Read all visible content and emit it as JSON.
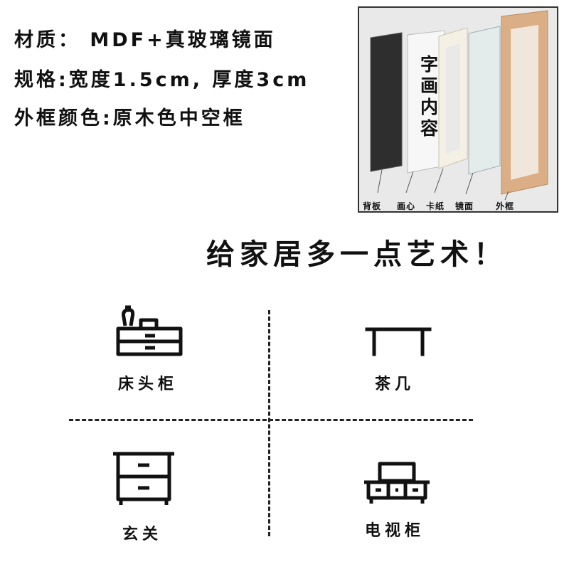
{
  "specs": {
    "material": "材质： MDF+真玻璃镜面",
    "size": "规格:宽度1.5cm, 厚度3cm",
    "color": "外框颜色:原木色中空框"
  },
  "diagram": {
    "content_chars": [
      "字",
      "画",
      "内",
      "容"
    ],
    "labels": {
      "back_board": "背板",
      "art": "画心",
      "mat": "卡纸",
      "glass": "镜面",
      "frame": "外框"
    },
    "colors": {
      "frame_wood": "#dcae85",
      "back_board": "#2e2e2e"
    }
  },
  "slogan": "给家居多一点艺术！",
  "rooms": [
    {
      "label": "床头柜",
      "icon": "bedside-cabinet-icon"
    },
    {
      "label": "茶几",
      "icon": "coffee-table-icon"
    },
    {
      "label": "玄关",
      "icon": "entrance-cabinet-icon"
    },
    {
      "label": "电视柜",
      "icon": "tv-cabinet-icon"
    }
  ]
}
